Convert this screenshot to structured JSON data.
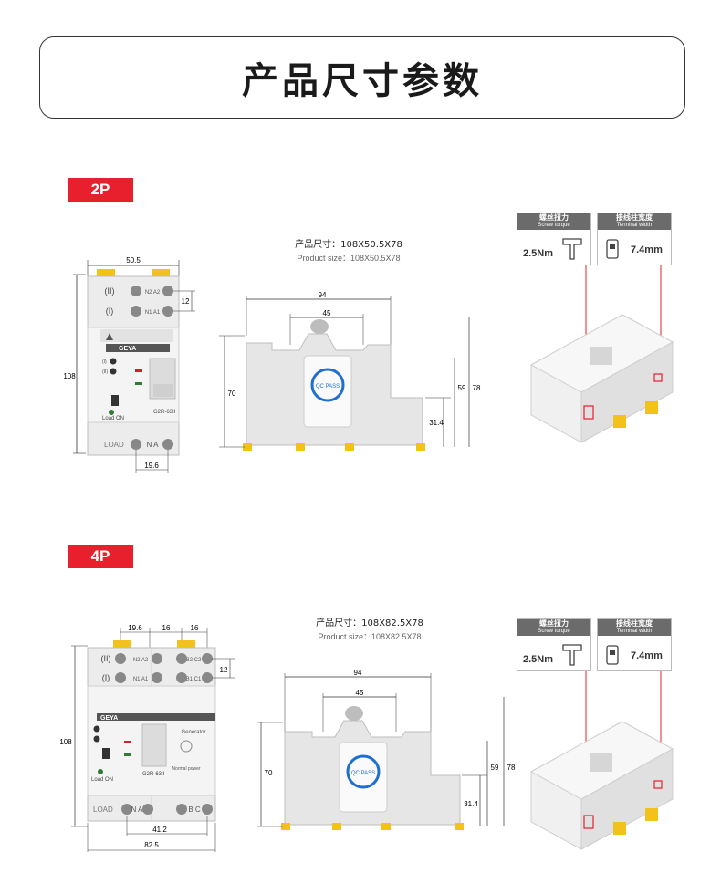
{
  "page": {
    "title": "产品尺寸参数"
  },
  "sections": [
    {
      "badge": "2P",
      "size_cn": "产品尺寸：108X50.5X78",
      "size_en": "Product size：108X50.5X78",
      "front": {
        "width": "50.5",
        "height": "108",
        "terminal_gap": "12",
        "bottom_gap": "19.6",
        "top_row": [
          "(II)",
          "N2 A2"
        ],
        "mid_row": [
          "(I)",
          "N1 A1"
        ],
        "load": "LOAD",
        "load_terms": "N A",
        "brand": "GEYA",
        "model": "G2R-63II",
        "load_on": "Load ON",
        "ind1": "(I)",
        "ind2": "(II)"
      },
      "side": {
        "w94": "94",
        "w45": "45",
        "h70": "70",
        "h59": "59",
        "h78": "78",
        "h31": "31.4",
        "qc": "QC PASS"
      },
      "torque_card": {
        "cn": "螺丝扭力",
        "en": "Screw torque",
        "value": "2.5Nm"
      },
      "width_card": {
        "cn": "接线柱宽度",
        "en": "Terminal width",
        "value": "7.4mm"
      }
    },
    {
      "badge": "4P",
      "size_cn": "产品尺寸：108X82.5X78",
      "size_en": "Product size：108X82.5X78",
      "front": {
        "width": "82.5",
        "height": "108",
        "terminal_gap": "12",
        "bottom_gap": "41.2",
        "top_dims": [
          "19.6",
          "16",
          "16"
        ],
        "top_row": [
          "(II)",
          "N2 A2",
          "B2 C2"
        ],
        "mid_row": [
          "(I)",
          "N1 A1",
          "B1 C1"
        ],
        "load": "LOAD",
        "load_terms": "N A",
        "load_terms2": "B C",
        "brand": "GEYA",
        "model": "G2R-63II",
        "load_on": "Load ON",
        "generator": "Generator",
        "normal": "Normal power"
      },
      "side": {
        "w94": "94",
        "w45": "45",
        "h70": "70",
        "h59": "59",
        "h78": "78",
        "h31": "31.4",
        "qc": "QC PASS"
      },
      "torque_card": {
        "cn": "螺丝扭力",
        "en": "Screw torque",
        "value": "2.5Nm"
      },
      "width_card": {
        "cn": "接线柱宽度",
        "en": "Terminal width",
        "value": "7.4mm"
      }
    }
  ],
  "colors": {
    "accent": "#e8202e",
    "device": "#e6e6e6",
    "yellow": "#f2c21b",
    "qc_blue": "#1e6fd0"
  }
}
